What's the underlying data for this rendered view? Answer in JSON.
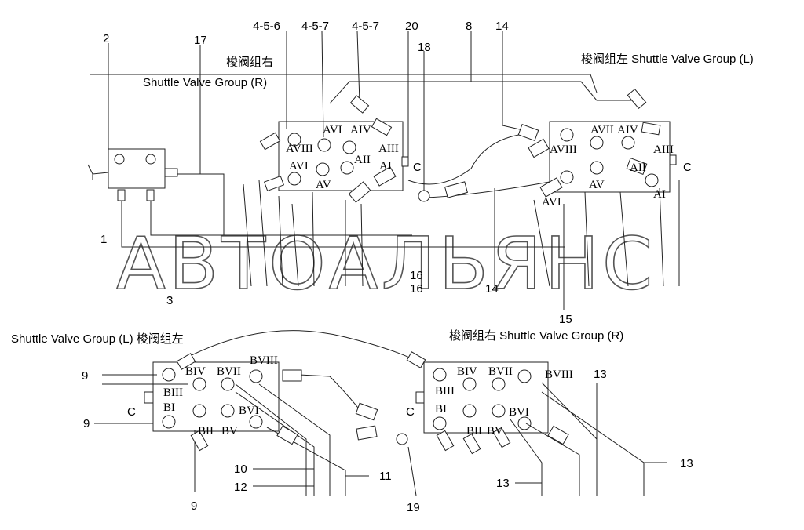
{
  "watermark": "АВТОАЛЬЯНС",
  "top_diagram": {
    "callouts": [
      "2",
      "17",
      "4-5-6",
      "4-5-7",
      "4-5-7",
      "20",
      "8",
      "14",
      "18",
      "1",
      "3",
      "16",
      "16",
      "14",
      "15",
      "C",
      "C"
    ],
    "group_right_cn": "梭阀组右",
    "group_right_en": "Shuttle Valve Group (R)",
    "group_left": "梭阀组左 Shuttle Valve Group (L)",
    "left_block_ports": [
      "AVI",
      "AIV",
      "AVIII",
      "AIII",
      "AVI",
      "AII",
      "AI",
      "AV"
    ],
    "right_block_ports": [
      "AVII",
      "AIV",
      "AVIII",
      "AIII",
      "AII",
      "AV",
      "AVI",
      "AI"
    ]
  },
  "bottom_diagram": {
    "group_left": "Shuttle Valve Group (L) 梭阀组左",
    "group_right": "梭阀组右 Shuttle Valve Group (R)",
    "callouts": [
      "9",
      "9",
      "9",
      "10",
      "12",
      "11",
      "19",
      "13",
      "13",
      "13",
      "C",
      "C"
    ],
    "left_block_ports": [
      "BIV",
      "BVII",
      "BVIII",
      "BIII",
      "BI",
      "BVI",
      "BII",
      "BV"
    ],
    "right_block_ports": [
      "BIV",
      "BVII",
      "BVIII",
      "BIII",
      "BI",
      "BVI",
      "BII",
      "BV"
    ]
  }
}
